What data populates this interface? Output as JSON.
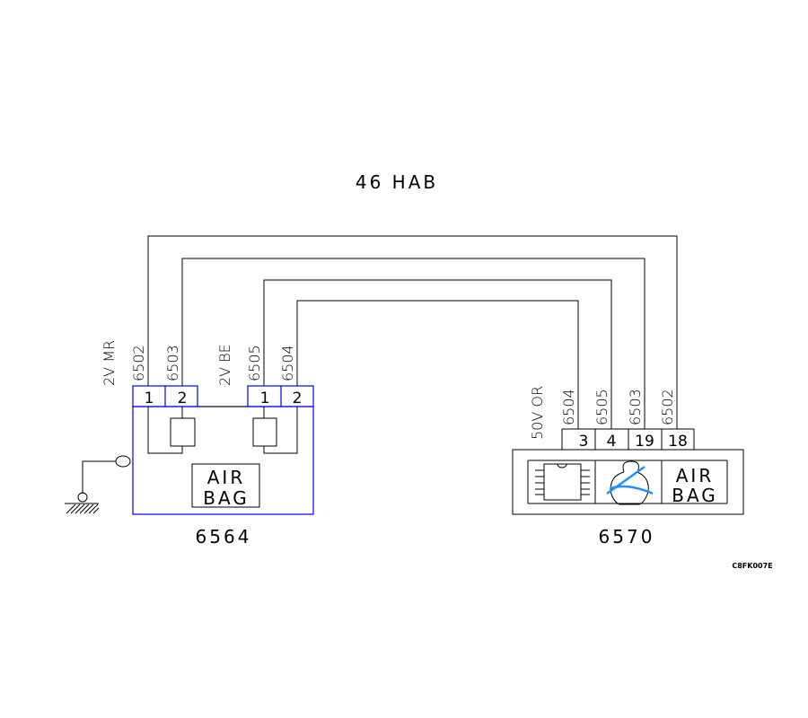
{
  "title": "46  HAB",
  "left_component": {
    "id": "6564",
    "connectors": [
      {
        "label": "2V MR",
        "wires": [
          "6502",
          "6503"
        ],
        "pins": [
          "1",
          "2"
        ]
      },
      {
        "label": "2V BE",
        "wires": [
          "6505",
          "6504"
        ],
        "pins": [
          "1",
          "2"
        ]
      }
    ],
    "badge": [
      "AIR",
      "BAG"
    ]
  },
  "right_component": {
    "id": "6570",
    "connector_label": "50V OR",
    "wires": [
      "6504",
      "6505",
      "6503",
      "6502"
    ],
    "pins": [
      "3",
      "4",
      "19",
      "18"
    ],
    "badge": [
      "AIR",
      "BAG"
    ]
  },
  "reference_code": "C8FK007E",
  "colors": {
    "connector": "#0000ff",
    "wire": "#000000",
    "belt": "#1e90ff"
  }
}
